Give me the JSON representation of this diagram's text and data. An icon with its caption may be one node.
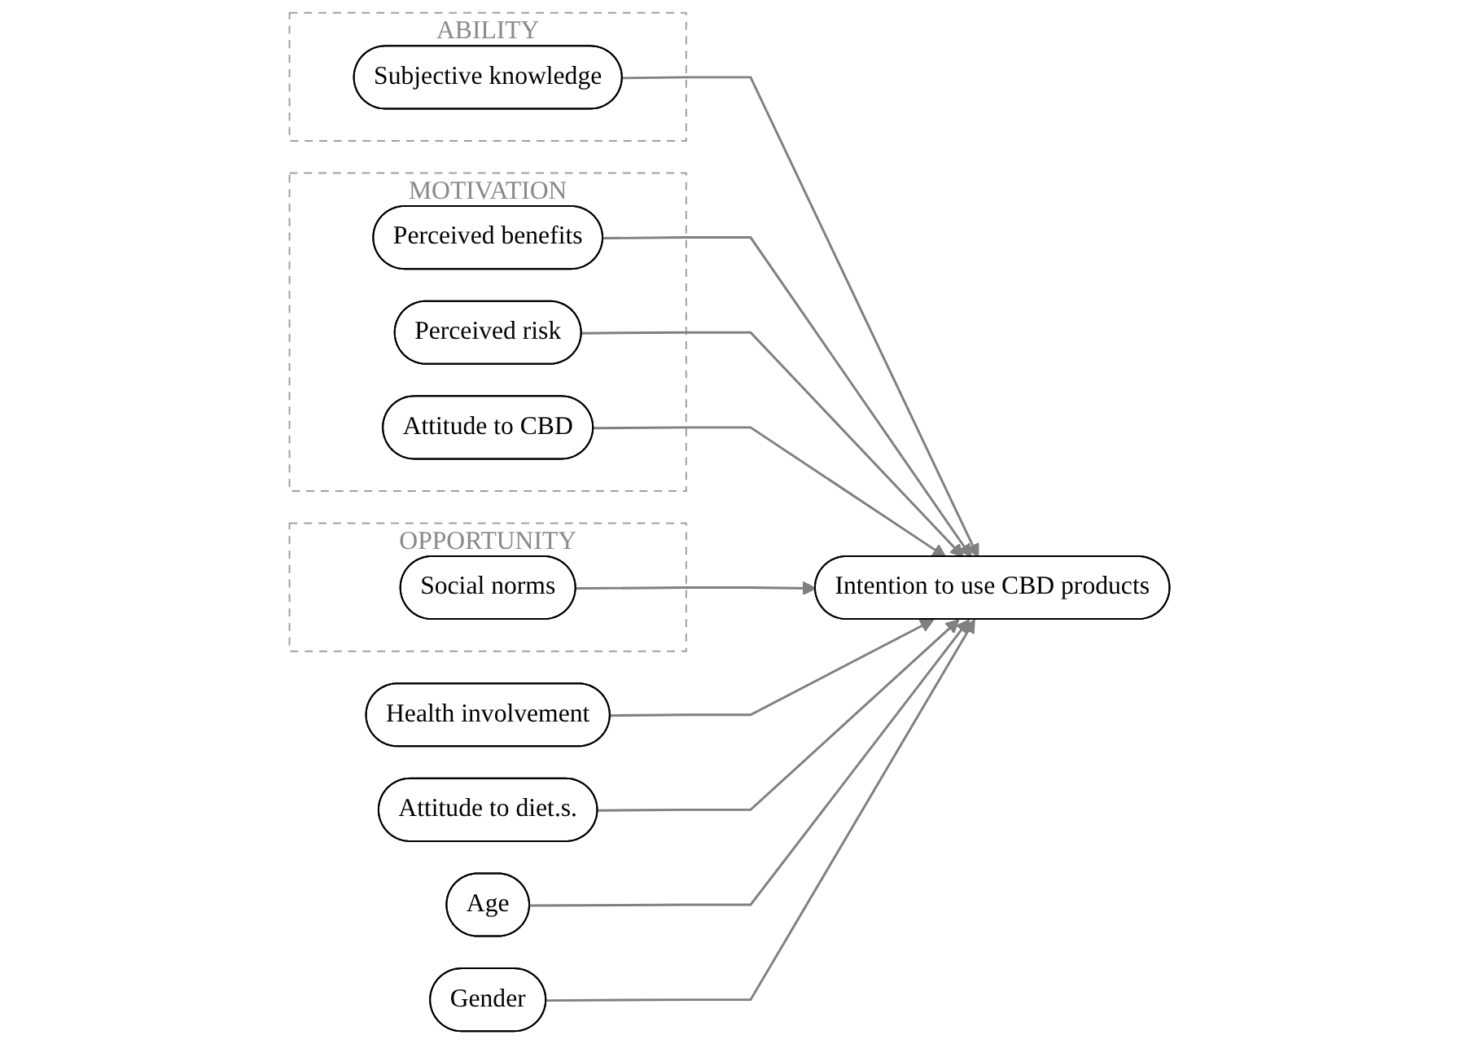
{
  "diagram": {
    "nodes": [
      {
        "text": [
          "ABILITY"
        ]
      },
      {
        "text": [
          "Subjective knowledge"
        ],
        "in": 0
      },
      {
        "text": [
          "MOTIVATION"
        ]
      },
      {
        "text": [
          "Perceived benefits"
        ],
        "in": 2
      },
      {
        "text": [
          "Perceived risk"
        ],
        "in": 2
      },
      {
        "text": [
          "Attitude to CBD"
        ],
        "in": 2
      },
      {
        "text": [
          "OPPORTUNITY"
        ]
      },
      {
        "text": [
          "Social norms"
        ],
        "in": 6
      },
      {
        "text": [
          "Health involvement"
        ]
      },
      {
        "text": [
          "Attitude to diet.s."
        ]
      },
      {
        "text": [
          "Age"
        ]
      },
      {
        "text": [
          "Gender"
        ]
      },
      {
        "text": [
          "Intention to use CBD products"
        ]
      }
    ],
    "edges": [
      {
        "from": 1,
        "to": 12,
        "arrow": "to"
      },
      {
        "from": 3,
        "to": 12,
        "arrow": "to"
      },
      {
        "from": 4,
        "to": 12,
        "arrow": "to"
      },
      {
        "from": 5,
        "to": 12,
        "arrow": "to"
      },
      {
        "from": 7,
        "to": 12,
        "arrow": "to"
      },
      {
        "from": 8,
        "to": 12,
        "arrow": "to"
      },
      {
        "from": 9,
        "to": 12,
        "arrow": "to"
      },
      {
        "from": 10,
        "to": 12,
        "arrow": "to"
      },
      {
        "from": 11,
        "to": 12,
        "arrow": "to"
      }
    ]
  }
}
